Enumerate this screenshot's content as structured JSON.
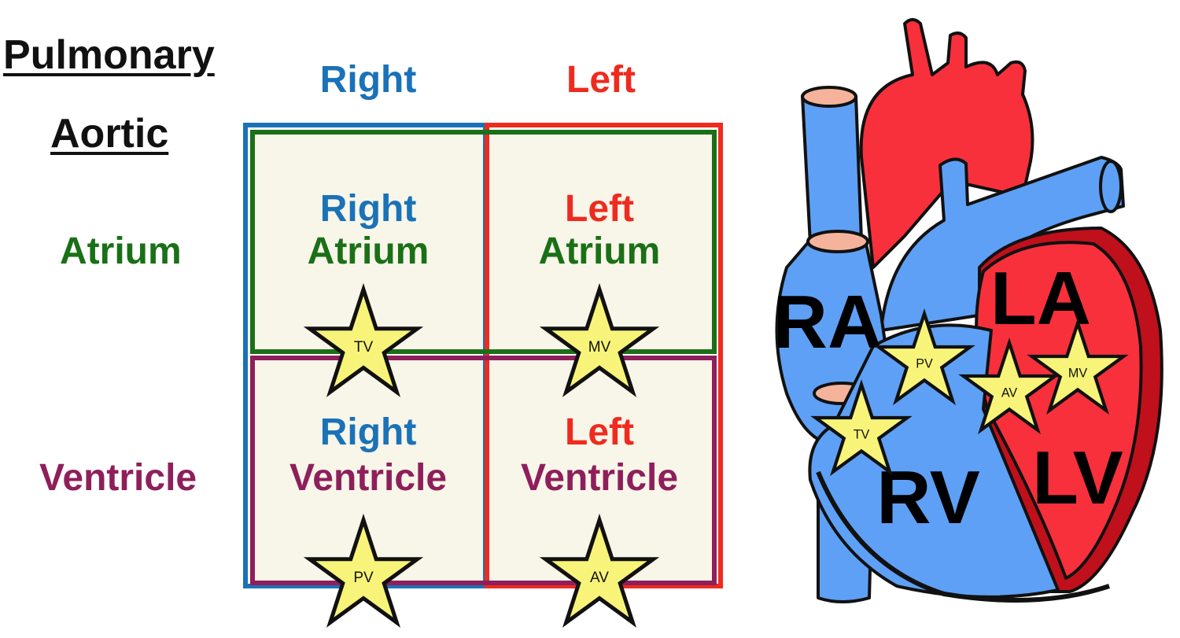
{
  "legend": {
    "pulmonary": "Pulmonary",
    "aortic": "Aortic",
    "atrium": "Atrium",
    "ventricle": "Ventricle"
  },
  "columns": {
    "right": "Right",
    "left": "Left"
  },
  "cells": {
    "ra": {
      "line1": "Right",
      "line2": "Atrium"
    },
    "la": {
      "line1": "Left",
      "line2": "Atrium"
    },
    "rv": {
      "line1": "Right",
      "line2": "Ventricle"
    },
    "lv": {
      "line1": "Left",
      "line2": "Ventricle"
    }
  },
  "valves": {
    "tv": "TV",
    "mv": "MV",
    "pv": "PV",
    "av": "AV"
  },
  "heart": {
    "ra": "RA",
    "la": "LA",
    "rv": "RV",
    "lv": "LV"
  },
  "colors": {
    "right_blue": "#1a72b8",
    "left_red": "#ee2b1e",
    "atrium_green": "#1a7016",
    "ventricle_purple": "#8e1f5b",
    "star_fill": "#f8f47a",
    "cell_bg": "#f8f5e9",
    "heart_blue": "#5ea0f5",
    "heart_red": "#f7303c"
  }
}
